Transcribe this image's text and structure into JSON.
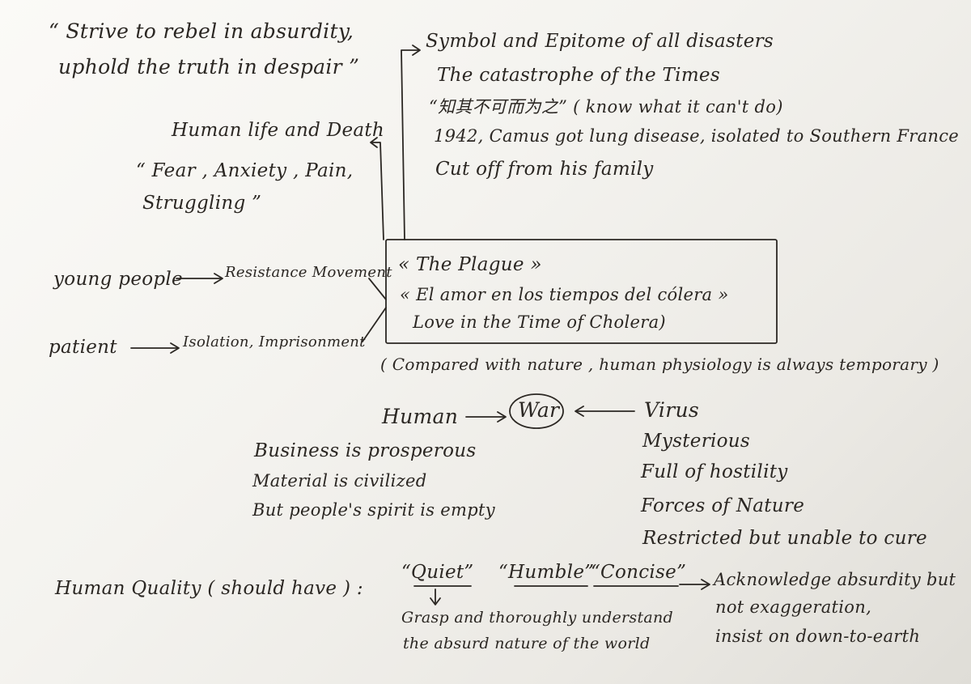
{
  "quote": {
    "line1": "“ Strive to rebel in absurdity,",
    "line2": "uphold the truth in despair ”"
  },
  "symbol": {
    "line1": "Symbol and Epitome of all disasters",
    "line2": "The catastrophe of the Times",
    "line3": "“知其不可而为之” ( know what it can't do)",
    "line4": "1942, Camus got lung disease, isolated to Southern France",
    "line5": "Cut off from his family"
  },
  "life_death": {
    "title": "Human life and Death",
    "line1": "“ Fear , Anxiety , Pain,",
    "line2": "Struggling ”"
  },
  "books": {
    "line1": "« The Plague »",
    "line2": "« El amor en los tiempos del cólera »",
    "line3": "Love in the Time of Cholera)"
  },
  "left_branch": {
    "young": "young people",
    "resistance": "Resistance Movement",
    "patient": "patient",
    "isolation": "Isolation, Imprisonment"
  },
  "physiology_note": "( Compared with nature , human physiology is always temporary )",
  "war_row": {
    "human": "Human",
    "war": "War",
    "virus": "Virus"
  },
  "human_traits": [
    "Business is prosperous",
    "Material is civilized",
    "But people's spirit is empty"
  ],
  "virus_traits": [
    "Mysterious",
    "Full of hostility",
    "Forces of Nature",
    "Restricted but unable to cure"
  ],
  "quality": {
    "label": "Human Quality ( should have )  :",
    "quiet": "“Quiet”",
    "humble": "“Humble”",
    "concise": "“Concise”",
    "quiet_sub1": "Grasp and thoroughly understand",
    "quiet_sub2": "the absurd nature of the world",
    "result1": "Acknowledge absurdity but",
    "result2": "not exaggeration,",
    "result3": "insist on down-to-earth"
  }
}
